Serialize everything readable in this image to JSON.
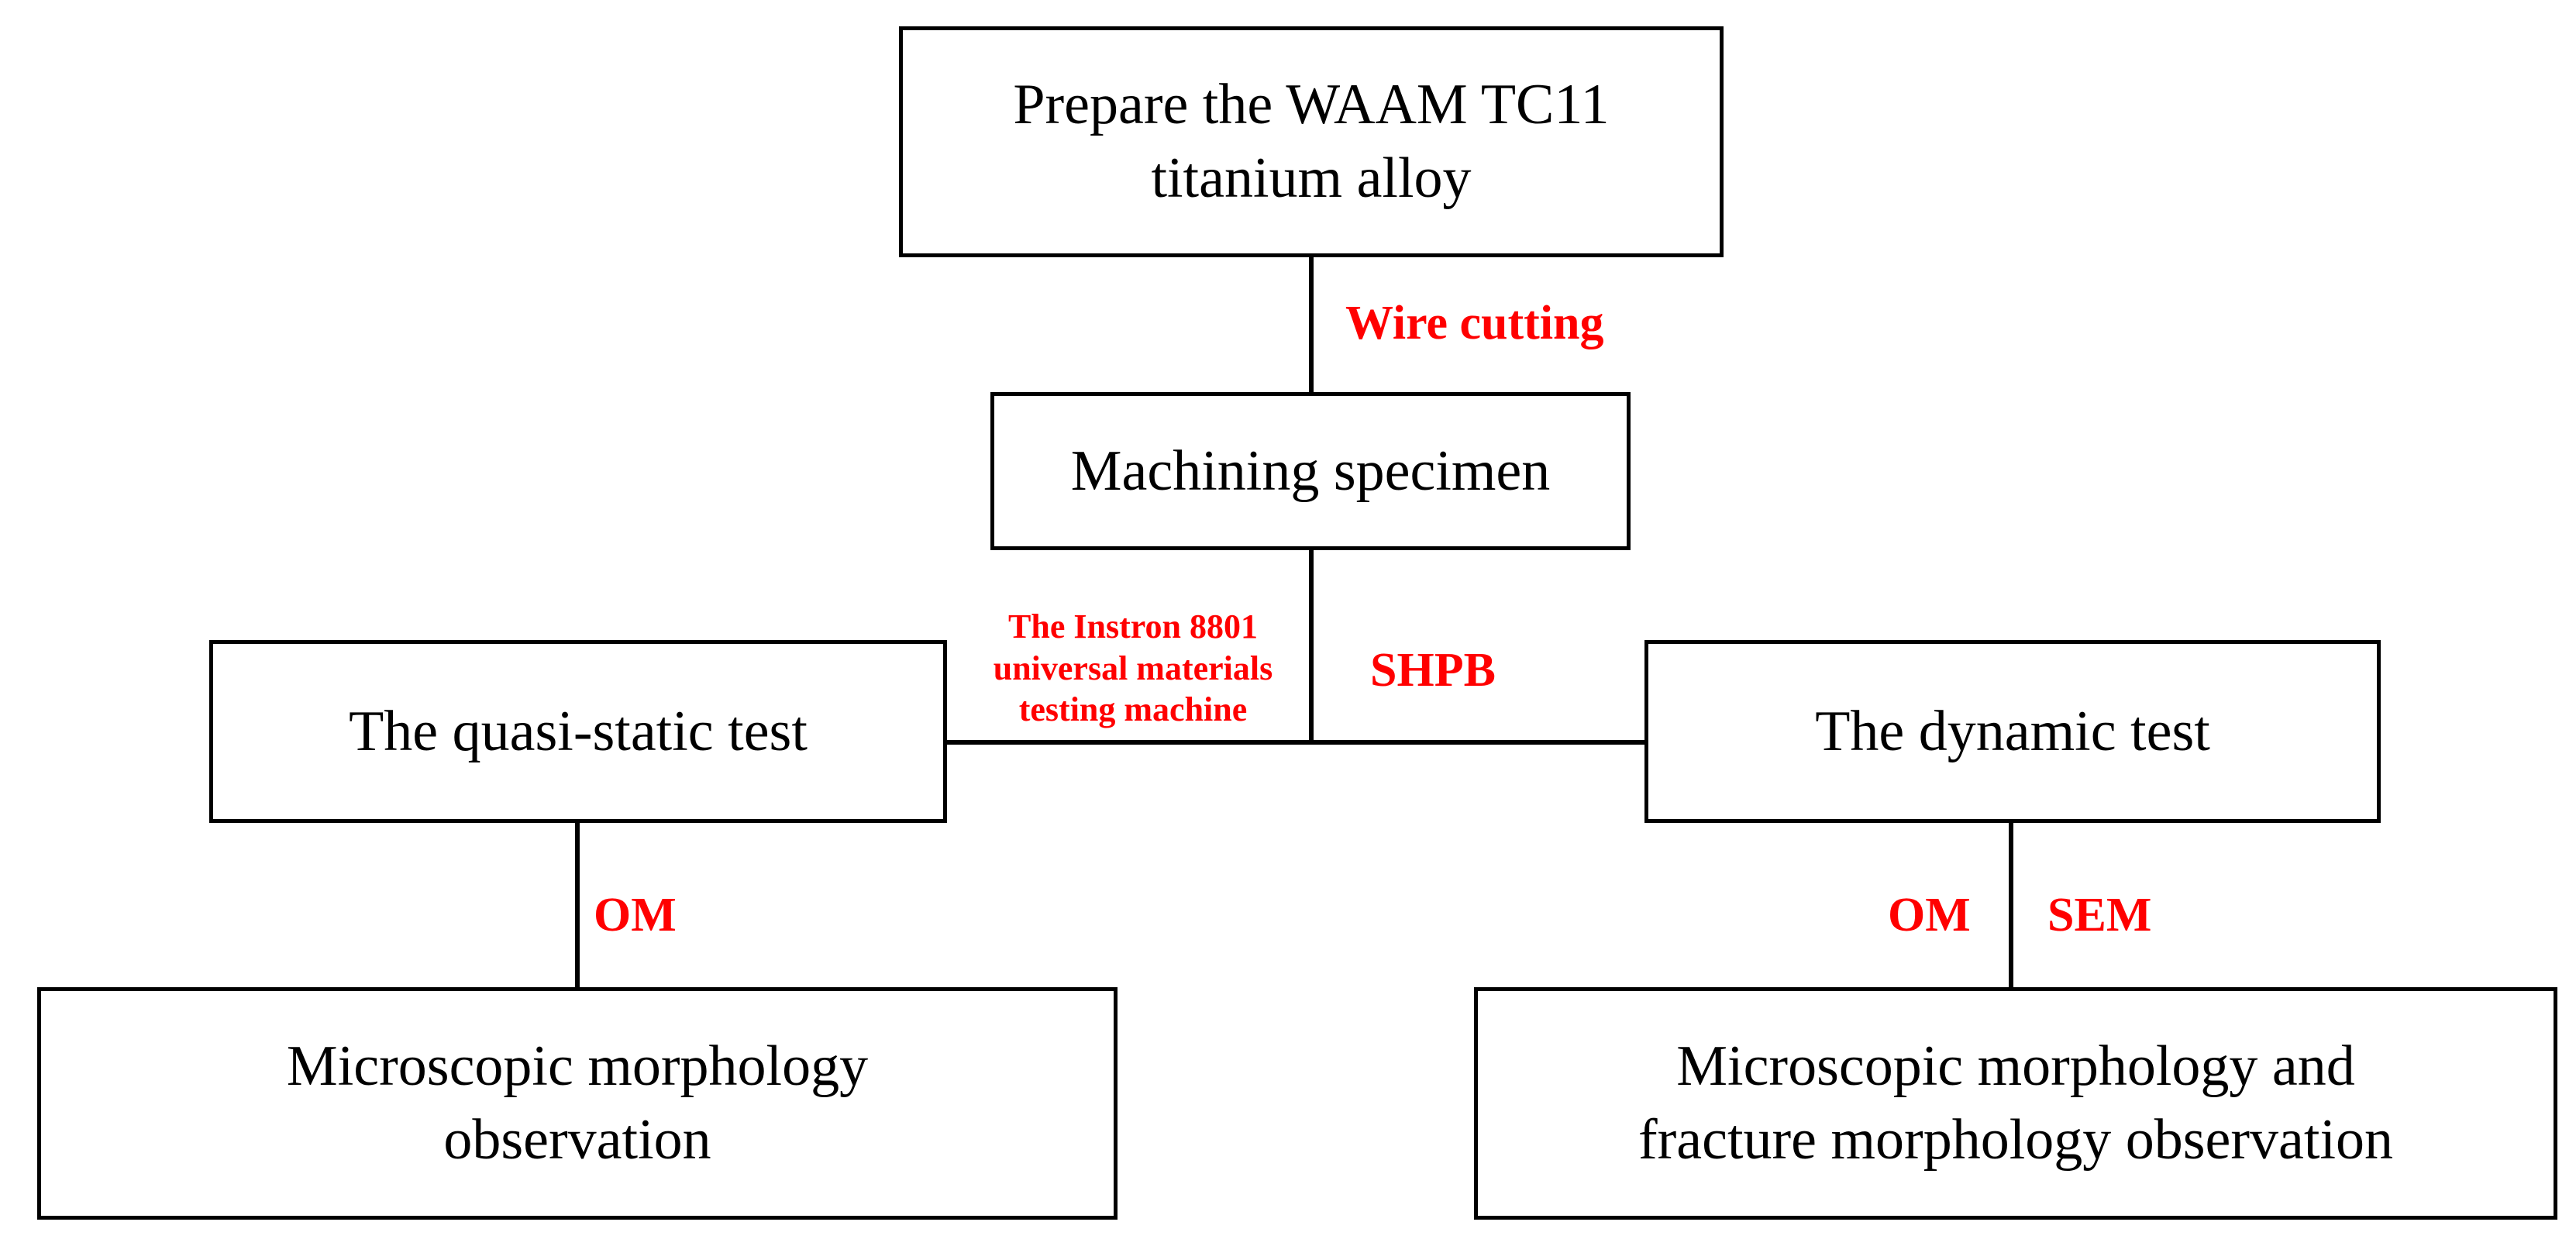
{
  "diagram": {
    "nodes": {
      "prepare": {
        "lines": [
          "Prepare the WAAM TC11",
          "titanium alloy"
        ]
      },
      "machining": {
        "lines": [
          "Machining specimen"
        ]
      },
      "quasi_static": {
        "lines": [
          "The quasi-static test"
        ]
      },
      "dynamic": {
        "lines": [
          "The dynamic test"
        ]
      },
      "micro_left": {
        "lines": [
          "Microscopic morphology",
          "observation"
        ]
      },
      "micro_right": {
        "lines": [
          "Microscopic morphology and",
          "fracture morphology observation"
        ]
      }
    },
    "edge_labels": {
      "wire_cutting": "Wire cutting",
      "instron": [
        "The Instron 8801",
        "universal materials",
        "testing machine"
      ],
      "shpb": "SHPB",
      "om_left": "OM",
      "om_right": "OM",
      "sem": "SEM"
    },
    "colors": {
      "line": "#000000",
      "box_border": "#000000",
      "label": "#ff0000",
      "background": "#ffffff"
    }
  }
}
